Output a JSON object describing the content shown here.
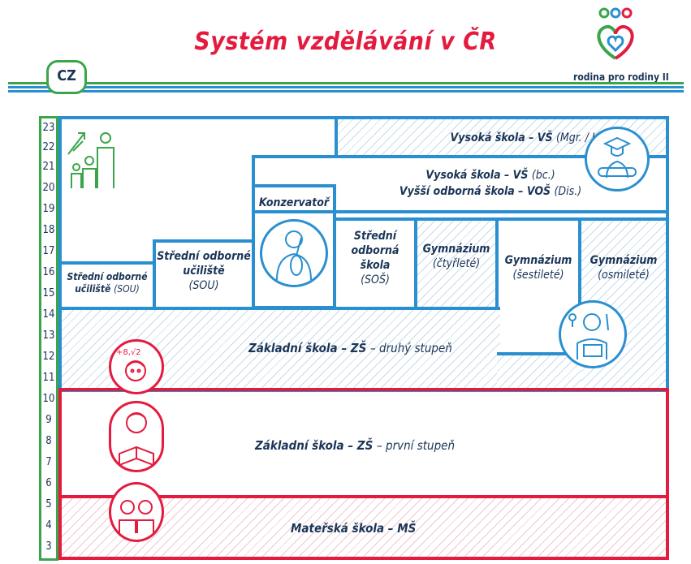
{
  "title": "Systém vzdělávání v ČR",
  "brand": {
    "name": "rodina pro rodiny II",
    "logo_icon": "hearts-family-logo-icon"
  },
  "language_badge": "CZ",
  "colors": {
    "title": "#e41b3f",
    "blue": "#2a8fd0",
    "red": "#e41b3f",
    "green": "#3aa54a",
    "text": "#1a3557"
  },
  "ages": [
    "23",
    "22",
    "21",
    "20",
    "19",
    "18",
    "17",
    "16",
    "15",
    "14",
    "13",
    "12",
    "11",
    "10",
    "9",
    "8",
    "7",
    "6",
    "5",
    "4",
    "3"
  ],
  "schools": {
    "vs_mgr": {
      "name": "Vysoká škola – VŠ",
      "note": "(Mgr. / Ing.)"
    },
    "vs_bc": {
      "name": "Vysoká škola – VŠ",
      "note": "(bc.)"
    },
    "vos": {
      "name": "Vyšší odborná škola – VOŠ",
      "note": "(Dis.)"
    },
    "konzervator": {
      "name": "Konzervatoř"
    },
    "sou_left": {
      "line1": "Střední odborné",
      "line2": "učiliště",
      "note": "(SOU)"
    },
    "sou_mid": {
      "line1": "Střední odborné",
      "line2": "učiliště",
      "note": "(SOU)"
    },
    "sos": {
      "line1": "Střední",
      "line2": "odborná",
      "line3": "škola",
      "note": "(SOŠ)"
    },
    "gym4": {
      "name": "Gymnázium",
      "note": "(čtyřleté)"
    },
    "gym6": {
      "name": "Gymnázium",
      "note": "(šestileté)"
    },
    "gym8": {
      "name": "Gymnázium",
      "note": "(osmileté)"
    },
    "zs2": {
      "name": "Základní škola – ZŠ",
      "note": "– druhý stupeň"
    },
    "zs1": {
      "name": "Základní škola – ZŠ",
      "note": "– první stupeň"
    },
    "ms": {
      "name": "Mateřská škola – MŠ"
    }
  },
  "icons": [
    "graduate-icon",
    "musician-icon",
    "teacher-icon",
    "math-student-icon",
    "reading-child-icon",
    "children-icon",
    "family-growth-icon"
  ]
}
